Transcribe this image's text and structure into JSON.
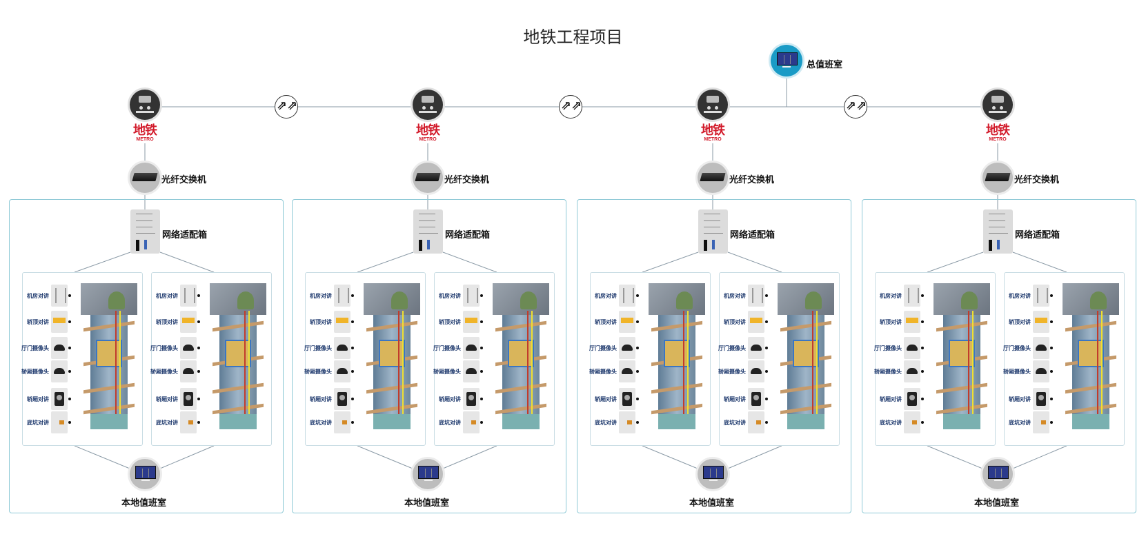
{
  "title": "地铁工程项目",
  "control_room": {
    "label": "总值班室",
    "icon": "monitor-icon",
    "color": "#1a9bc6"
  },
  "metro_logo": {
    "cn": "地铁",
    "en": "METRO",
    "color": "#d21a2a"
  },
  "fiber_link_symbol": "⇗⇗",
  "stations": [
    {
      "switch_label": "光纤交换机",
      "adapter_label": "网络适配箱",
      "local_room_label": "本地值班室",
      "elevators": [
        {
          "devices": [
            "机房对讲",
            "轿顶对讲",
            "厅门摄像头",
            "轿厢摄像头",
            "轿厢对讲",
            "底坑对讲"
          ]
        },
        {
          "devices": [
            "机房对讲",
            "轿顶对讲",
            "厅门摄像头",
            "轿厢摄像头",
            "轿厢对讲",
            "底坑对讲"
          ]
        }
      ]
    },
    {
      "switch_label": "光纤交换机",
      "adapter_label": "网络适配箱",
      "local_room_label": "本地值班室",
      "elevators": [
        {
          "devices": [
            "机房对讲",
            "轿顶对讲",
            "厅门摄像头",
            "轿厢摄像头",
            "轿厢对讲",
            "底坑对讲"
          ]
        },
        {
          "devices": [
            "机房对讲",
            "轿顶对讲",
            "厅门摄像头",
            "轿厢摄像头",
            "轿厢对讲",
            "底坑对讲"
          ]
        }
      ]
    },
    {
      "switch_label": "光纤交换机",
      "adapter_label": "网络适配箱",
      "local_room_label": "本地值班室",
      "elevators": [
        {
          "devices": [
            "机房对讲",
            "轿顶对讲",
            "厅门摄像头",
            "轿厢摄像头",
            "轿厢对讲",
            "底坑对讲"
          ]
        },
        {
          "devices": [
            "机房对讲",
            "轿顶对讲",
            "厅门摄像头",
            "轿厢摄像头",
            "轿厢对讲",
            "底坑对讲"
          ]
        }
      ]
    },
    {
      "switch_label": "光纤交换机",
      "adapter_label": "网络适配箱",
      "local_room_label": "本地值班室",
      "elevators": [
        {
          "devices": [
            "机房对讲",
            "轿顶对讲",
            "厅门摄像头",
            "轿厢摄像头",
            "轿厢对讲",
            "底坑对讲"
          ]
        },
        {
          "devices": [
            "机房对讲",
            "轿顶对讲",
            "厅门摄像头",
            "轿厢摄像头",
            "轿厢对讲",
            "底坑对讲"
          ]
        }
      ]
    }
  ],
  "device_icons": [
    "intercom-panel-icon",
    "intercom-keypad-icon",
    "dome-camera-icon",
    "dome-camera-icon",
    "intercom-knob-icon",
    "pit-intercom-icon"
  ],
  "colors": {
    "line": "#8a9aa6",
    "box_border": "#8ec9d6",
    "device_label": "#1f3a6e"
  }
}
